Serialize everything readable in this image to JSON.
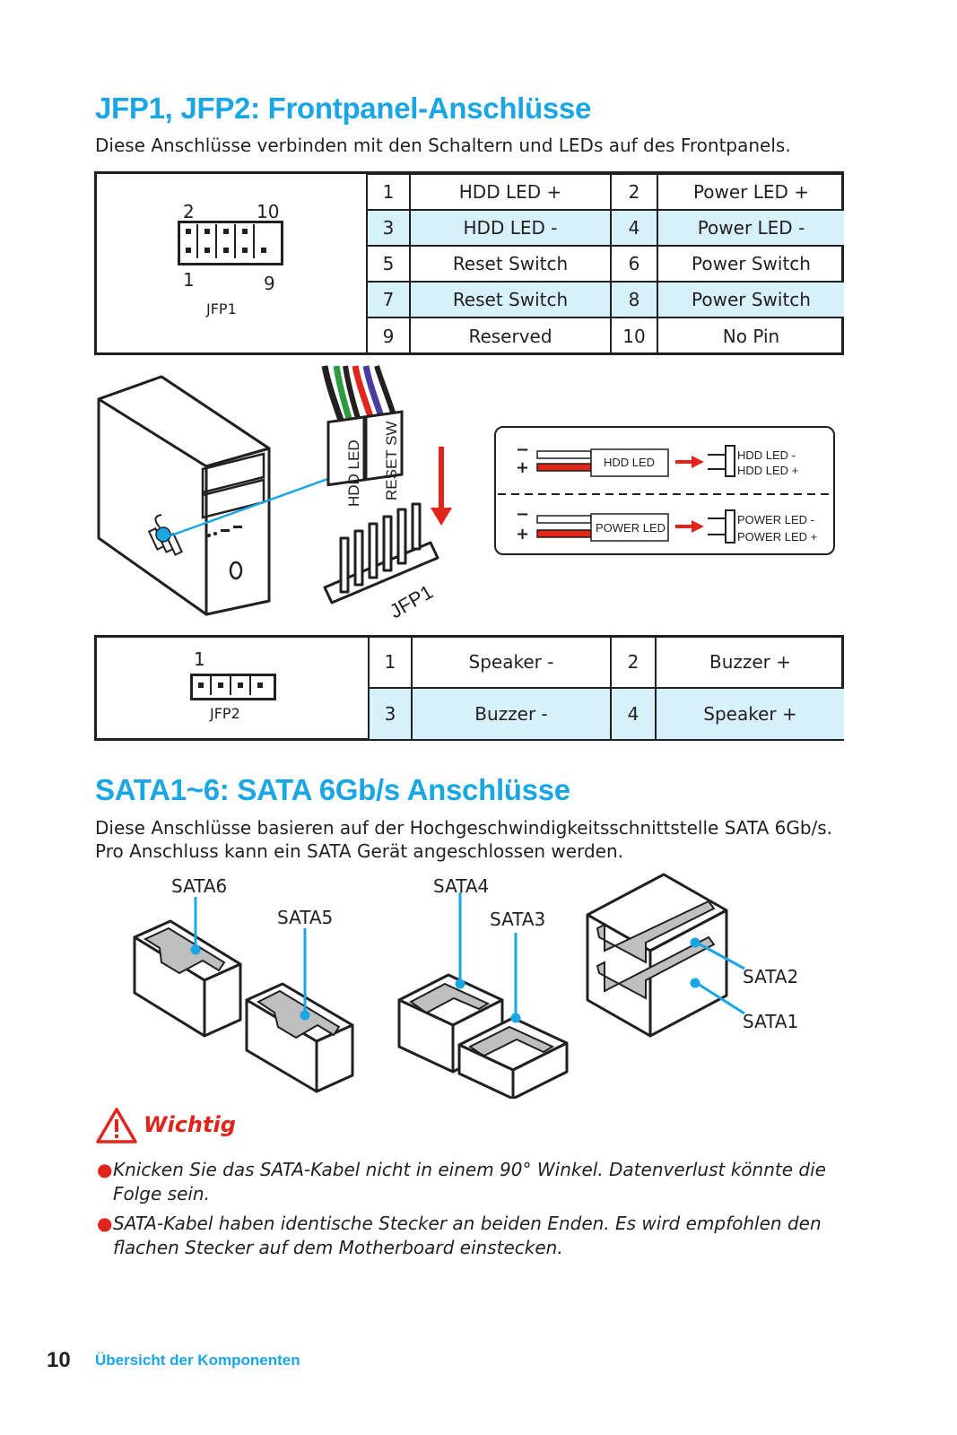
{
  "jfp_section": {
    "title": "JFP1, JFP2: Frontpanel-Anschlüsse",
    "description": "Diese Anschlüsse verbinden mit den Schaltern und LEDs auf des Frontpanels."
  },
  "jfp1": {
    "label": "JFP1",
    "pin_top_left": "2",
    "pin_top_right": "10",
    "pin_bottom_left": "1",
    "pin_bottom_right": "9",
    "rows": [
      {
        "p1": "1",
        "n1": "HDD LED +",
        "p2": "2",
        "n2": "Power LED +"
      },
      {
        "p1": "3",
        "n1": "HDD LED -",
        "p2": "4",
        "n2": "Power LED -"
      },
      {
        "p1": "5",
        "n1": "Reset Switch",
        "p2": "6",
        "n2": "Power Switch"
      },
      {
        "p1": "7",
        "n1": "Reset Switch",
        "p2": "8",
        "n2": "Power Switch"
      },
      {
        "p1": "9",
        "n1": "Reserved",
        "p2": "10",
        "n2": "No Pin"
      }
    ]
  },
  "diagram": {
    "cable_label_hdd": "HDD LED",
    "cable_label_reset": "RESET SW",
    "header_label": "JFP1",
    "led_minus": "−",
    "led_plus": "+",
    "hdd_led_box": "HDD LED",
    "hdd_led_minus": "HDD LED -",
    "hdd_led_plus": "HDD LED +",
    "power_led_box": "POWER LED",
    "power_led_minus": "POWER LED -",
    "power_led_plus": "POWER LED +"
  },
  "jfp2": {
    "label": "JFP2",
    "pin_first": "1",
    "rows": [
      {
        "p1": "1",
        "n1": "Speaker -",
        "p2": "2",
        "n2": "Buzzer +"
      },
      {
        "p1": "3",
        "n1": "Buzzer -",
        "p2": "4",
        "n2": "Speaker +"
      }
    ]
  },
  "sata_section": {
    "title": "SATA1~6: SATA 6Gb/s Anschlüsse",
    "description_line1": "Diese Anschlüsse basieren auf der Hochgeschwindigkeitsschnittstelle SATA 6Gb/s.",
    "description_line2": "Pro Anschluss kann ein SATA Gerät angeschlossen werden.",
    "labels": {
      "sata6": "SATA6",
      "sata5": "SATA5",
      "sata4": "SATA4",
      "sata3": "SATA3",
      "sata2": "SATA2",
      "sata1": "SATA1"
    }
  },
  "warning": {
    "title": "Wichtig",
    "notes": [
      "Knicken Sie das SATA-Kabel nicht in einem 90° Winkel. Datenverlust könnte die Folge sein.",
      "SATA-Kabel haben identische Stecker an beiden Enden. Es wird empfohlen den flachen Stecker auf dem Motherboard einstecken."
    ]
  },
  "footer": {
    "page_number": "10",
    "section": "Übersicht der Komponenten"
  },
  "colors": {
    "accent": "#1aa6e4",
    "highlight": "#d7f1fb",
    "warning": "#e1251b"
  }
}
